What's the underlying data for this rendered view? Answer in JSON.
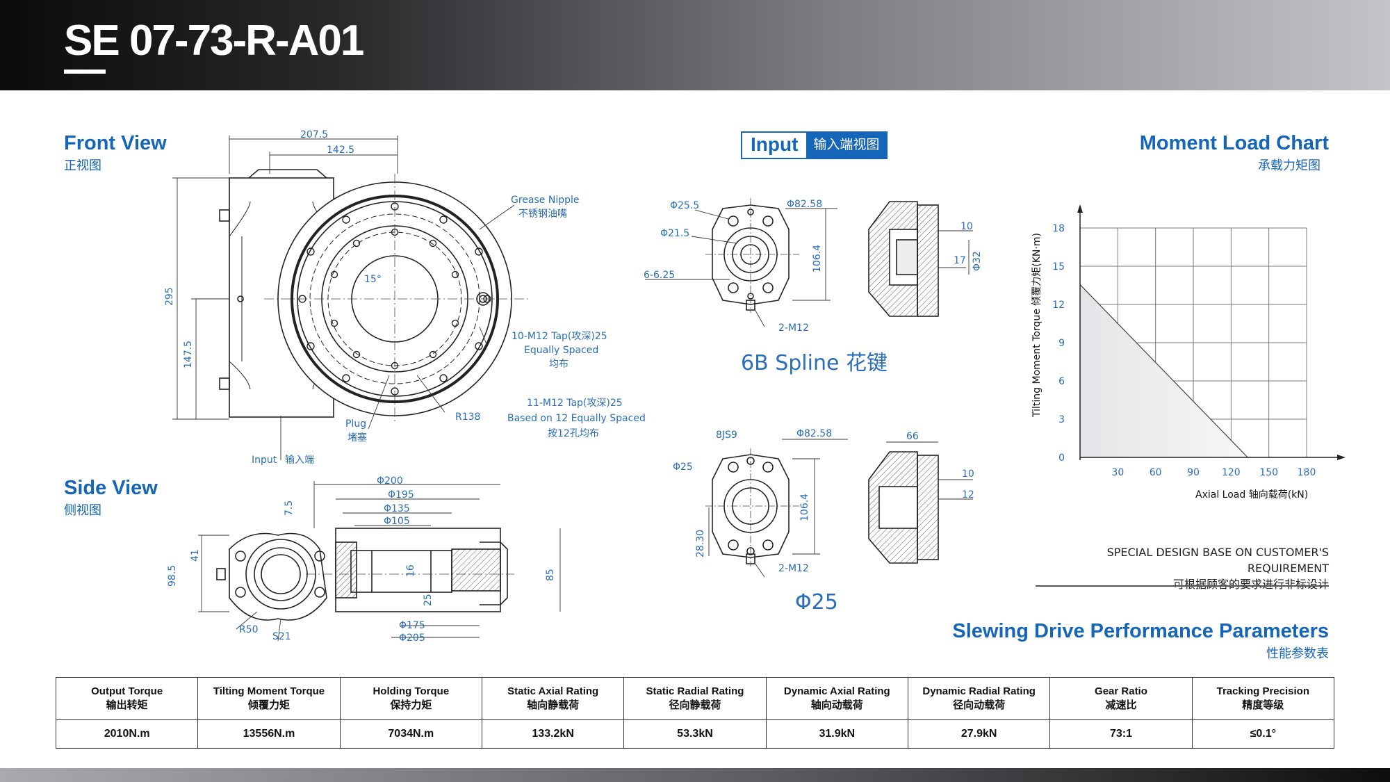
{
  "header": {
    "model_prefix": "SE",
    "model_suffix": "07-73-R-A01"
  },
  "sections": {
    "front_view": {
      "title": "Front View",
      "sub": "正视图"
    },
    "side_view": {
      "title": "Side View",
      "sub": "侧视图"
    },
    "input": {
      "title": "Input",
      "sub": "输入端视图"
    },
    "moment_chart": {
      "title": "Moment Load Chart",
      "sub": "承载力矩图"
    },
    "performance": {
      "title": "Slewing Drive Performance Parameters",
      "sub": "性能参数表"
    }
  },
  "front_labels": {
    "dim_207": "207.5",
    "dim_142": "142.5",
    "dim_295": "295",
    "dim_147": "147.5",
    "grease_en": "Grease Nipple",
    "grease_cn": "不锈钢油嘴",
    "angle": "15°",
    "tap10_en": "10-M12  Tap(攻深)25",
    "tap10_en2": "Equally Spaced",
    "tap10_cn": "均布",
    "tap11_en": "11-M12 Tap(攻深)25",
    "tap11_en2": "Based on 12 Equally Spaced",
    "tap11_cn": "按12孔均布",
    "r138": "R138",
    "plug_en": "Plug",
    "plug_cn": "堵塞",
    "input_en": "Input",
    "input_cn": "输入端"
  },
  "side_labels": {
    "d200": "Φ200",
    "d195": "Φ195",
    "d135": "Φ135",
    "d105": "Φ105",
    "d7": "7.5",
    "d41": "41",
    "d98": "98.5",
    "d16": "16",
    "d25": "25",
    "d85": "85",
    "d175": "Φ175",
    "d205": "Φ205",
    "r50": "R50",
    "s21": "S21"
  },
  "spline_labels": {
    "d255": "Φ25.5",
    "d215": "Φ21.5",
    "d6625": "6-6.25",
    "d8258": "Φ82.58",
    "h1064": "106.4",
    "m12": "2-M12",
    "d10": "10",
    "d17": "17",
    "d32": "Φ32",
    "caption": "6B Spline 花键"
  },
  "key_labels": {
    "js9": "8JS9",
    "d25": "Φ25",
    "d8258": "Φ82.58",
    "h1064": "106.4",
    "h2830": "28.30",
    "m12": "2-M12",
    "d66": "66",
    "d10": "10",
    "d12": "12",
    "caption": "Φ25"
  },
  "chart_data": {
    "type": "area",
    "ylabel": "Tilting Moment Torque 倾覆力矩(KN·m)",
    "xlabel": "Axial  Load 轴向载荷(kN)",
    "x_ticks": [
      "30",
      "60",
      "90",
      "120",
      "150",
      "180"
    ],
    "y_ticks": [
      "0",
      "3",
      "6",
      "9",
      "12",
      "15",
      "18"
    ],
    "xlim": [
      0,
      180
    ],
    "ylim": [
      0,
      18
    ],
    "grid": true,
    "series": [
      {
        "x": [
          0,
          133.2
        ],
        "y": [
          13.556,
          0
        ]
      }
    ]
  },
  "special": {
    "en": "SPECIAL DESIGN BASE ON CUSTOMER'S REQUIREMENT",
    "cn": "可根据顾客的要求进行非标设计"
  },
  "table": {
    "headers": [
      {
        "en": "Output Torque",
        "cn": "输出转矩"
      },
      {
        "en": "Tilting Moment Torque",
        "cn": "倾覆力矩"
      },
      {
        "en": "Holding Torque",
        "cn": "保持力矩"
      },
      {
        "en": "Static Axial Rating",
        "cn": "轴向静载荷"
      },
      {
        "en": "Static Radial Rating",
        "cn": "径向静载荷"
      },
      {
        "en": "Dynamic Axial Rating",
        "cn": "轴向动载荷"
      },
      {
        "en": "Dynamic Radial Rating",
        "cn": "径向动载荷"
      },
      {
        "en": "Gear Ratio",
        "cn": "减速比"
      },
      {
        "en": "Tracking Precision",
        "cn": "精度等级"
      }
    ],
    "values": [
      "2010N.m",
      "13556N.m",
      "7034N.m",
      "133.2kN",
      "53.3kN",
      "31.9kN",
      "27.9kN",
      "73:1",
      "≤0.1°"
    ]
  }
}
